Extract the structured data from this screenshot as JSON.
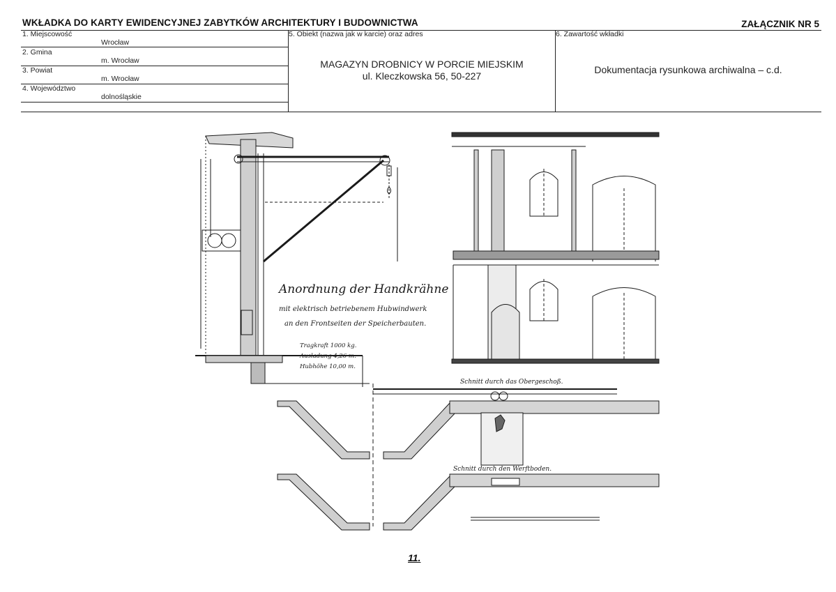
{
  "header": {
    "title": "WKŁADKA DO KARTY EWIDENCYJNEJ ZABYTKÓW ARCHITEKTURY I BUDOWNICTWA",
    "annex": "ZAŁĄCZNIK NR 5"
  },
  "fields": {
    "locality_label": "1. Miejscowość",
    "locality_value": "Wrocław",
    "commune_label": "2. Gmina",
    "commune_value": "m. Wrocław",
    "county_label": "3. Powiat",
    "county_value": "m. Wrocław",
    "voivodeship_label": "4. Województwo",
    "voivodeship_value": "dolnośląskie",
    "object_label": "5. Obiekt (nazwa jak w karcie) oraz adres",
    "object_name": "MAGAZYN DROBNICY W PORCIE MIEJSKIM",
    "object_address": "ul. Kleczkowska 56, 50-227",
    "content_label": "6. Zawartość wkładki",
    "content_value": "Dokumentacja rysunkowa archiwalna – c.d."
  },
  "drawing": {
    "title": "Anordnung der Handkrähne",
    "subtitle1": "mit elektrisch betriebenem Hubwindwerk",
    "subtitle2": "an den Frontseiten der Speicherbauten.",
    "spec1": "Tragkraft 1000 kg.",
    "spec2": "Ausladung 4,26 m.",
    "spec3": "Hubhöhe 10,00 m.",
    "section_upper": "Schnitt durch das Obergeschoß.",
    "section_lower": "Schnitt durch den Werftboden."
  },
  "page_number": "11."
}
